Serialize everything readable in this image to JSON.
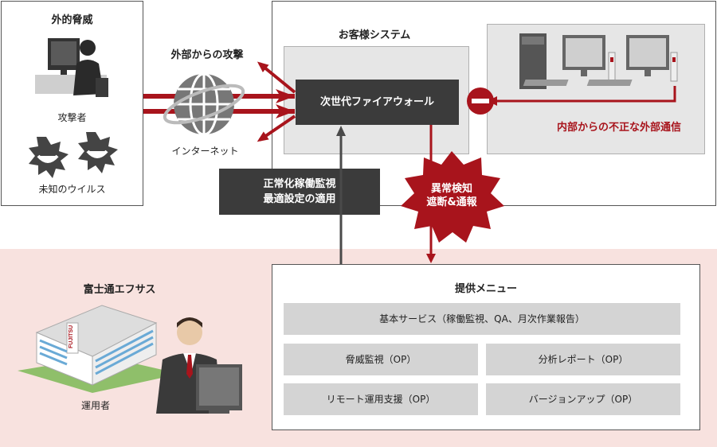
{
  "external": {
    "title": "外的脅威",
    "attacker_label": "攻撃者",
    "virus_label": "未知のウイルス"
  },
  "internet": {
    "attack_label": "外部からの攻撃",
    "internet_label": "インターネット"
  },
  "customer": {
    "title": "お客様システム",
    "firewall_label": "次世代ファイアウォール",
    "internal_threat_label": "内部からの不正な外部通信"
  },
  "monitoring": {
    "line1": "正常化稼働監視",
    "line2": "最適設定の適用"
  },
  "detection": {
    "line1": "異常検知",
    "line2": "遮断&通報"
  },
  "fujitsu": {
    "title": "富士通エフサス",
    "operator_label": "運用者",
    "building_sign": "FUJITSU"
  },
  "menu": {
    "title": "提供メニュー",
    "basic": "基本サービス（稼働監視、QA、月次作業報告）",
    "threat": "脅威監視（OP）",
    "report": "分析レポート（OP）",
    "remote": "リモート運用支援（OP）",
    "version": "バージョンアップ（OP）"
  },
  "colors": {
    "accent_red": "#a8141c",
    "dark_box": "#3b3b3b",
    "pink_bg": "#f8e2df",
    "gray_panel": "#e6e6e6",
    "menu_item": "#d4d4d4"
  }
}
